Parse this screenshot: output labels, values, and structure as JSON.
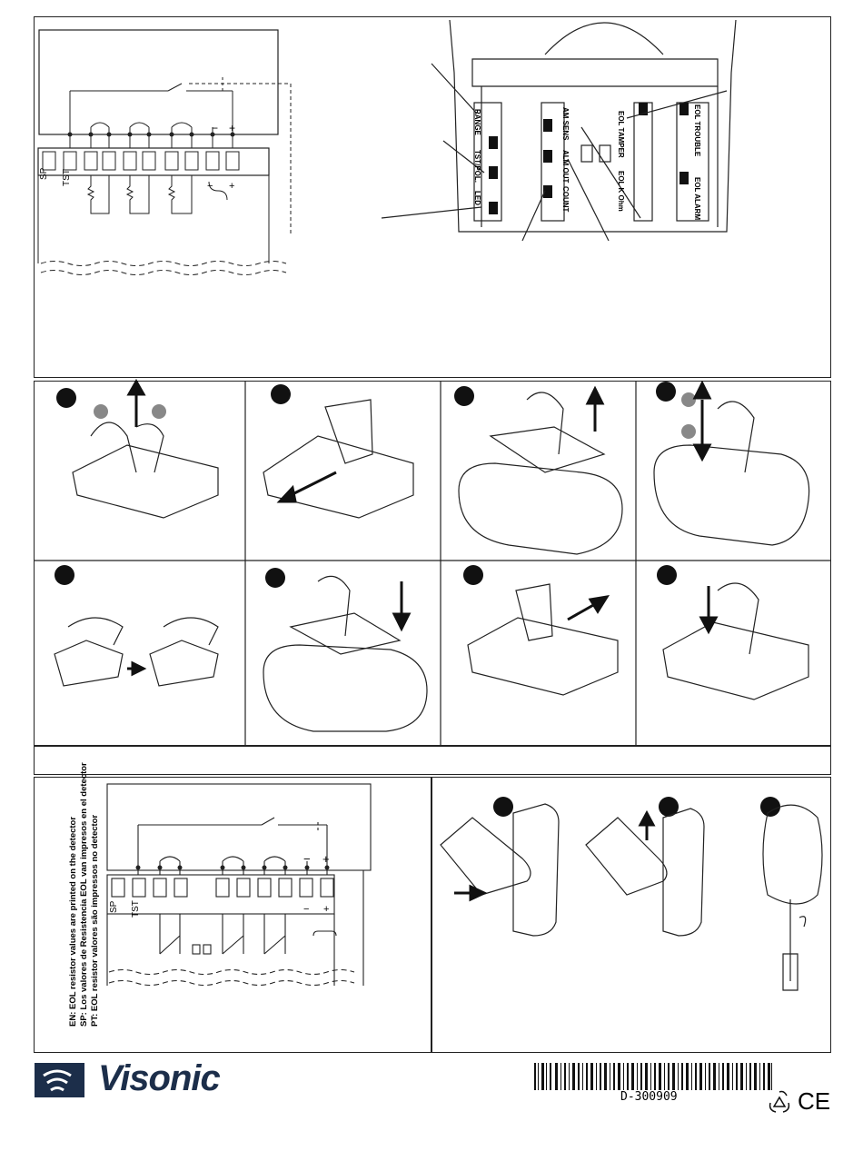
{
  "wiring_top": {
    "terminals": [
      "SP",
      "TST",
      "−",
      "+"
    ]
  },
  "dip_panel": {
    "left_labels": [
      "RANGE",
      "TST/POL.",
      "LED"
    ],
    "mid_labels": [
      "AM SENS",
      "ALM OUT",
      "COUNT"
    ],
    "right_labels": [
      "EOL TAMPER",
      "EOL K Ohm"
    ],
    "far_labels": [
      "EOL TROUBLE",
      "EOL ALARM"
    ]
  },
  "wiring_bottom": {
    "terminals": [
      "SP",
      "TST",
      "−",
      "+"
    ],
    "note_en": "EN: EOL resistor values are printed on the detector",
    "note_sp": "SP: Los valores de Resistencia EOL van impresos en el detector",
    "note_pt": "PT: EOL resistor valores são impressos no detector"
  },
  "footer": {
    "brand": "Visonic",
    "barcode_text": "D-300909",
    "ce_mark": "CE"
  },
  "colors": {
    "logo": "#1c2e4a",
    "line": "#222222"
  }
}
